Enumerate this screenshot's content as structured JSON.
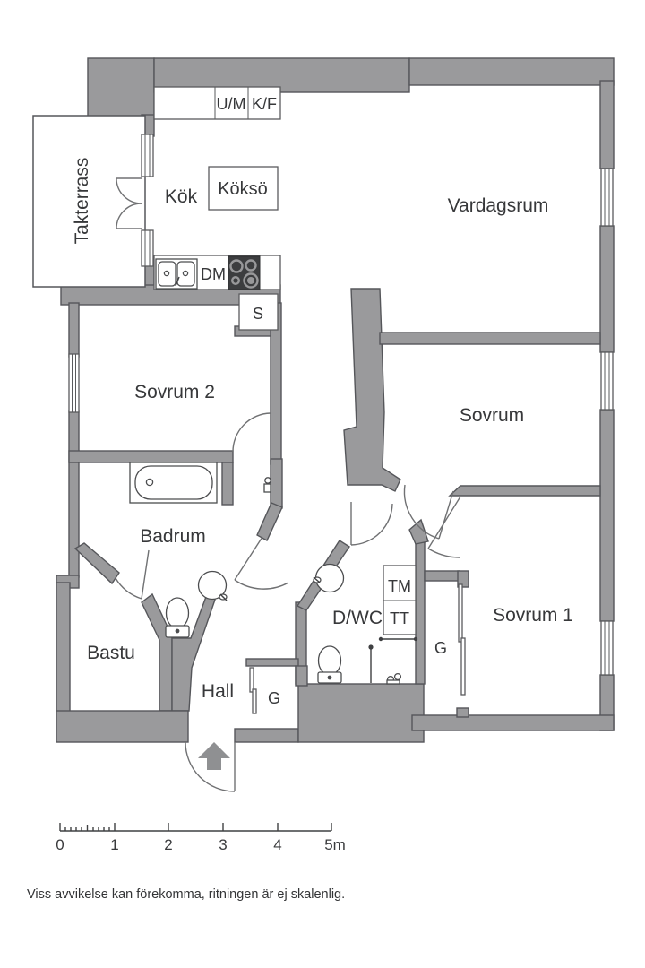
{
  "rooms": {
    "takterrass": "Takterrass",
    "kok": "Kök",
    "vardagsrum": "Vardagsrum",
    "sovrum2": "Sovrum 2",
    "sovrum": "Sovrum",
    "badrum": "Badrum",
    "bastu": "Bastu",
    "hall": "Hall",
    "dwc": "D/WC",
    "sovrum1": "Sovrum 1"
  },
  "fixtures": {
    "kokso": "Köksö",
    "um": "U/M",
    "kf": "K/F",
    "dm": "DM",
    "s": "S",
    "tm": "TM",
    "tt": "TT",
    "g_sovrum1": "G",
    "g_hall": "G"
  },
  "scale_bar": {
    "tick_labels": [
      "0",
      "1",
      "2",
      "3",
      "4",
      "5m"
    ]
  },
  "disclaimer": "Viss avvikelse kan förekomma, ritningen är ej skalenlig.",
  "colors": {
    "wall": "#9a9a9c",
    "wall_outline": "#55565a",
    "text": "#37383a",
    "appliance_dark": "#3c3d3f",
    "background": "#ffffff"
  }
}
